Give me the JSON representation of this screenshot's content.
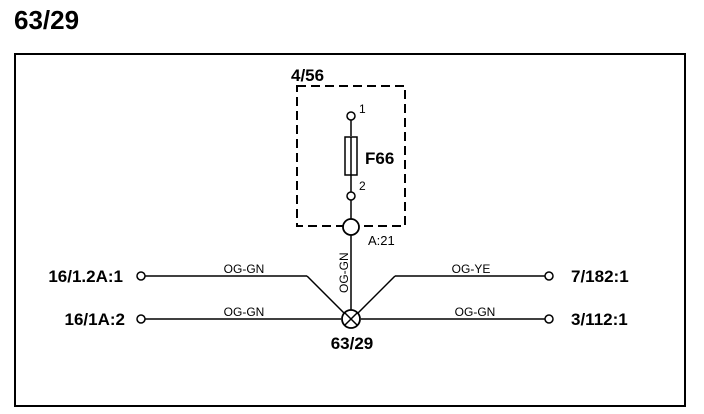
{
  "page_title": "63/29",
  "colors": {
    "line": "#000000",
    "background": "#ffffff"
  },
  "component_box": {
    "label": "4/56"
  },
  "fuse": {
    "name": "F66",
    "pin_top": "1",
    "pin_bottom": "2"
  },
  "connector": {
    "label": "A:21"
  },
  "splice": {
    "label": "63/29",
    "icon": "splice-cross-icon"
  },
  "vertical_wire": {
    "color_code": "OG-GN"
  },
  "wires": [
    {
      "id": "left-top",
      "terminal": "16/1.2A:1",
      "color_code": "OG-GN"
    },
    {
      "id": "left-bottom",
      "terminal": "16/1A:2",
      "color_code": "OG-GN"
    },
    {
      "id": "right-top",
      "terminal": "7/182:1",
      "color_code": "OG-YE"
    },
    {
      "id": "right-bottom",
      "terminal": "3/112:1",
      "color_code": "OG-GN"
    }
  ]
}
